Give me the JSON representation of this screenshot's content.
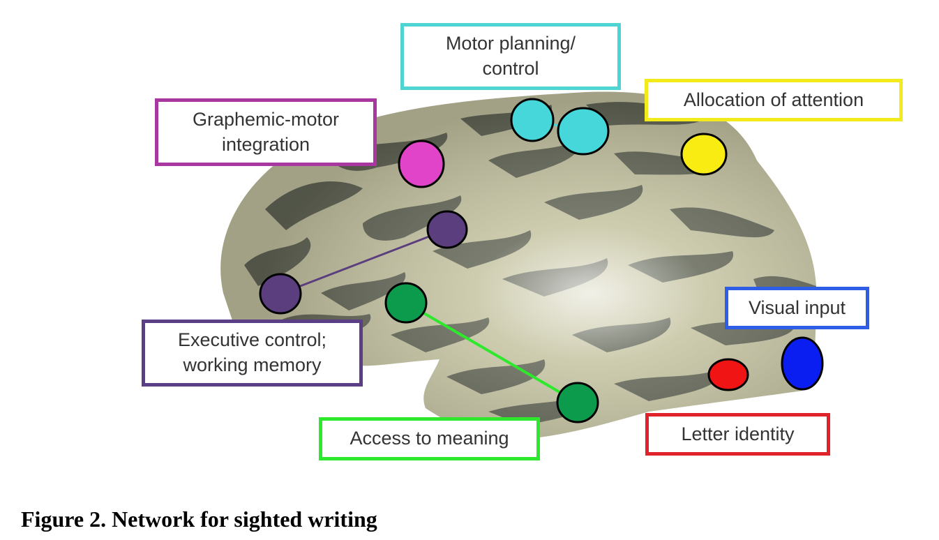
{
  "labels": {
    "motor_planning": {
      "line1": "Motor planning/",
      "line2": "control",
      "color": "#4fd4d4"
    },
    "graphemic_motor": {
      "line1": "Graphemic-motor",
      "line2": "integration",
      "color": "#a8389f"
    },
    "attention": {
      "line1": "Allocation of attention",
      "color": "#f2ea1a"
    },
    "executive": {
      "line1": "Executive control;",
      "line2": "working memory",
      "color": "#5b3f86"
    },
    "visual_input": {
      "line1": "Visual input",
      "color": "#2f5ee6"
    },
    "meaning": {
      "line1": "Access to meaning",
      "color": "#2ee82e"
    },
    "letter_identity": {
      "line1": "Letter identity",
      "color": "#e0232a"
    }
  },
  "region_colors": {
    "cyan": "#45d7d9",
    "magenta": "#e143c9",
    "yellow": "#f8ec12",
    "purple": "#5a3e7d",
    "green": "#0c9a4c",
    "red": "#f01414",
    "blue": "#0b1ef2"
  },
  "caption": "Figure 2. Network for sighted writing"
}
